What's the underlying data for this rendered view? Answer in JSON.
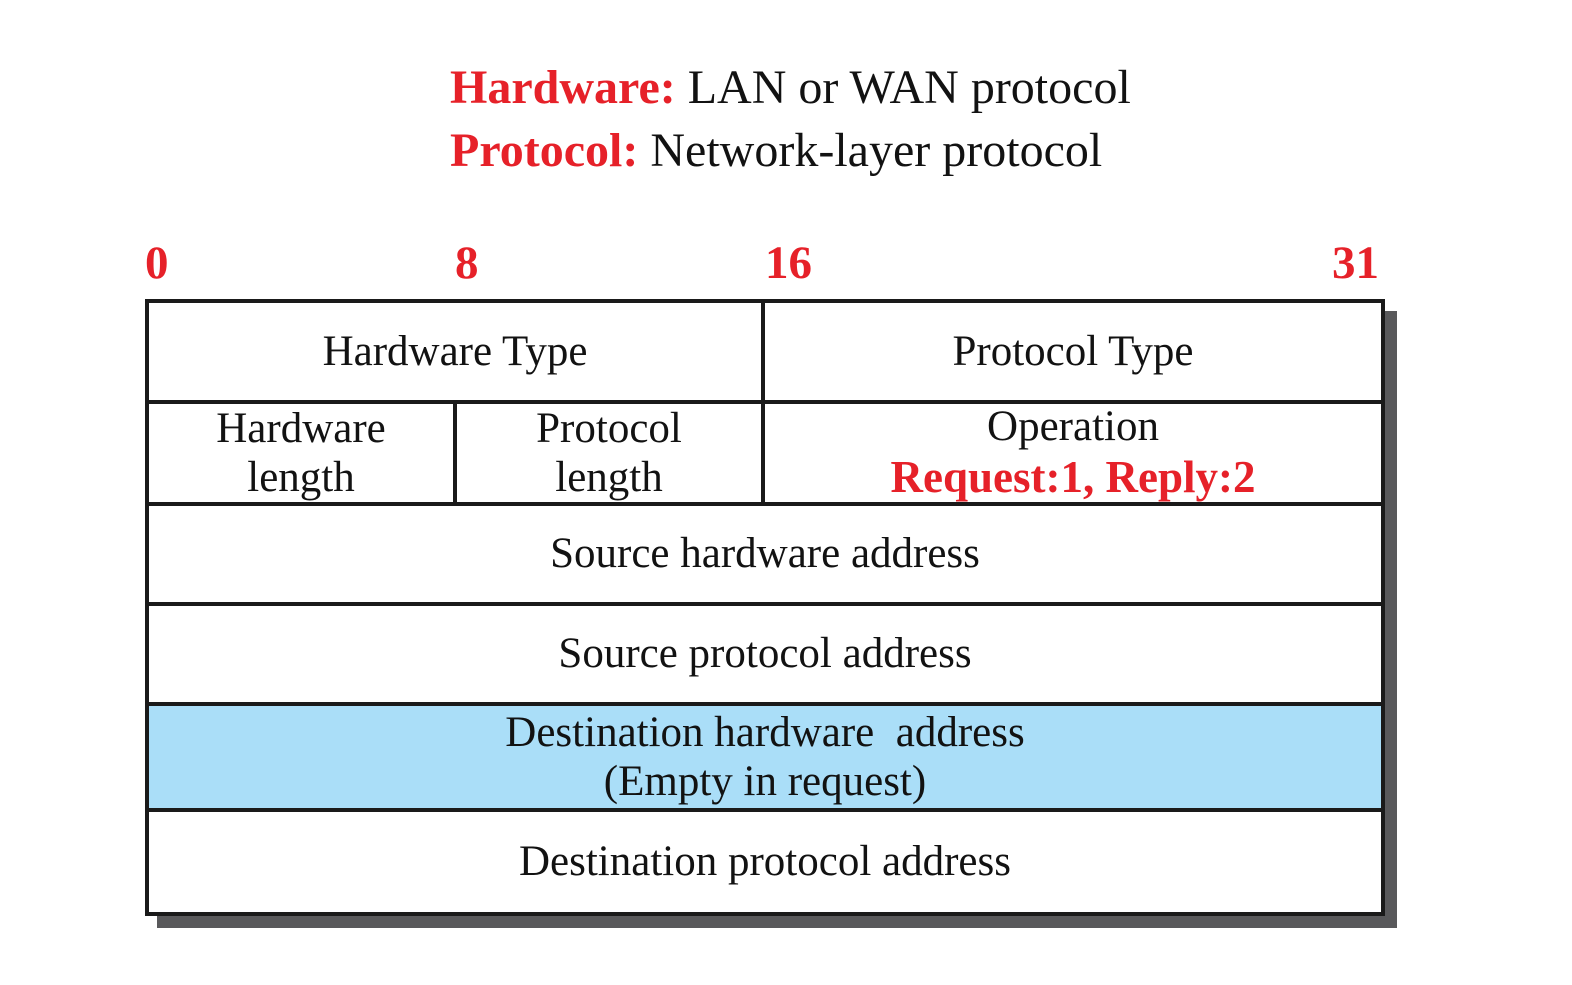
{
  "colors": {
    "accent_red": "#e62129",
    "highlight_blue": "#aadef8",
    "shadow_gray": "#59595b",
    "border_black": "#1a1a1a"
  },
  "legend": {
    "line1": {
      "term": "Hardware:",
      "desc": " LAN or WAN protocol"
    },
    "line2": {
      "term": "Protocol:",
      "desc": " Network-layer protocol"
    }
  },
  "bit_ruler": {
    "labels": [
      "0",
      "8",
      "16",
      "31"
    ]
  },
  "packet": {
    "hardware_type": "Hardware Type",
    "protocol_type": "Protocol Type",
    "hardware_length": {
      "line1": "Hardware",
      "line2": "length"
    },
    "protocol_length": {
      "line1": "Protocol",
      "line2": "length"
    },
    "operation": {
      "line1": "Operation",
      "line2": "Request:1, Reply:2"
    },
    "source_hardware_address": "Source hardware address",
    "source_protocol_address": "Source protocol address",
    "destination_hardware_address": {
      "line1": "Destination hardware  address",
      "line2": "(Empty in request)"
    },
    "destination_protocol_address": "Destination protocol address"
  }
}
